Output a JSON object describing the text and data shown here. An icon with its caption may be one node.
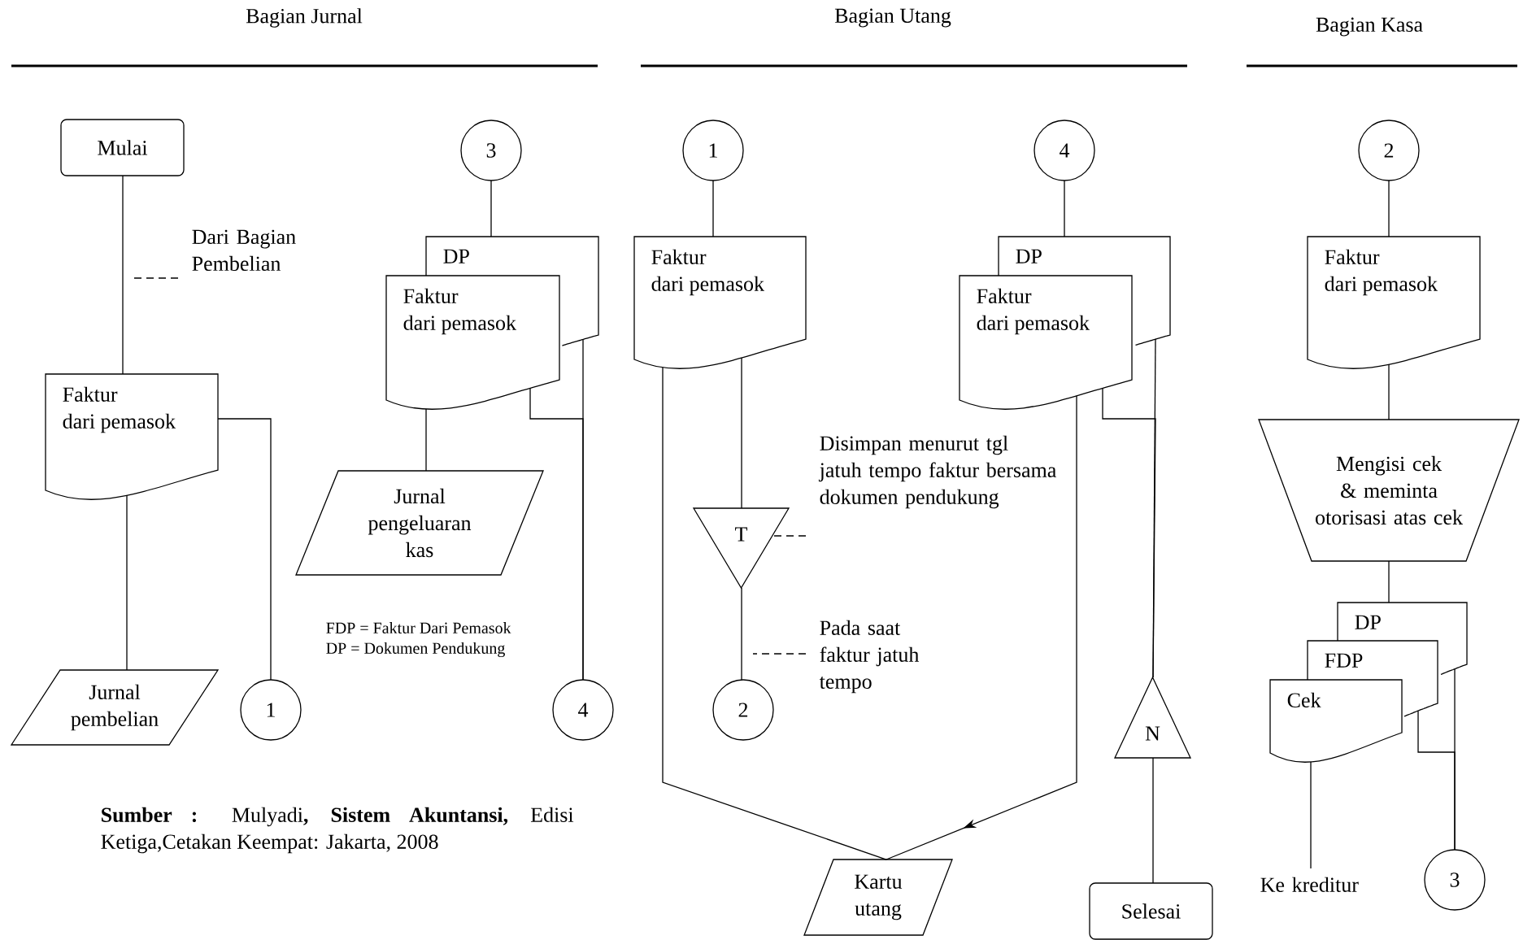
{
  "diagram": {
    "nodes": [
      {
        "text": [
          "Mulai"
        ]
      },
      {
        "text": [
          "Dari Bagian Pembelian"
        ]
      },
      {
        "text": [
          "Faktur dari pemasok"
        ]
      },
      {
        "text": [
          "Jurnal pembelian"
        ]
      },
      {
        "text": [
          "1"
        ]
      },
      {
        "text": [
          "3"
        ]
      },
      {
        "text": [
          "DP"
        ]
      },
      {
        "text": [
          "Faktur dari pemasok"
        ]
      },
      {
        "text": [
          "Jurnal pengeluaran kas"
        ]
      },
      {
        "text": [
          "4"
        ]
      },
      {
        "text": [
          "1"
        ]
      },
      {
        "text": [
          "Faktur dari pemasok"
        ]
      },
      {
        "text": [
          "T"
        ]
      },
      {
        "text": [
          "Disimpan menurut tgl jatuh tempo faktur bersama dokumen pendukung"
        ]
      },
      {
        "text": [
          "Pada saat faktur jatuh tempo"
        ]
      },
      {
        "text": [
          "2"
        ]
      },
      {
        "text": [
          "4"
        ]
      },
      {
        "text": [
          "DP"
        ]
      },
      {
        "text": [
          "Faktur dari pemasok"
        ]
      },
      {
        "text": [
          "Kartu utang"
        ]
      },
      {
        "text": [
          "N"
        ]
      },
      {
        "text": [
          "Selesai"
        ]
      },
      {
        "text": [
          "2"
        ]
      },
      {
        "text": [
          "Faktur dari pemasok"
        ]
      },
      {
        "text": [
          "Mengisi cek & meminta otorisasi atas cek"
        ]
      },
      {
        "text": [
          "DP"
        ]
      },
      {
        "text": [
          "FDP"
        ]
      },
      {
        "text": [
          "Cek"
        ]
      },
      {
        "text": [
          "Ke kreditur"
        ]
      },
      {
        "text": [
          "3"
        ]
      }
    ],
    "edges": [
      {
        "from": 0,
        "to": 2,
        "arrow": "none"
      },
      {
        "from": 1,
        "to": null,
        "arrow": "none",
        "style": "dashed"
      },
      {
        "from": 2,
        "to": 3,
        "arrow": "none"
      },
      {
        "from": 2,
        "to": 4,
        "arrow": "none"
      },
      {
        "from": 5,
        "to": 6,
        "arrow": "none"
      },
      {
        "from": 7,
        "to": 8,
        "arrow": "none"
      },
      {
        "from": 6,
        "to": 9,
        "arrow": "none"
      },
      {
        "from": 7,
        "to": 9,
        "arrow": "none"
      },
      {
        "from": 10,
        "to": 11,
        "arrow": "none"
      },
      {
        "from": 11,
        "to": 12,
        "arrow": "none"
      },
      {
        "from": 12,
        "to": 15,
        "arrow": "none"
      },
      {
        "from": 13,
        "to": 12,
        "arrow": "none",
        "style": "dashed"
      },
      {
        "from": 14,
        "to": null,
        "arrow": "none",
        "style": "dashed"
      },
      {
        "from": 11,
        "to": 19,
        "arrow": "none"
      },
      {
        "from": 18,
        "to": 19,
        "arrow": "to"
      },
      {
        "from": 16,
        "to": 17,
        "arrow": "none"
      },
      {
        "from": 17,
        "to": 20,
        "arrow": "none"
      },
      {
        "from": 18,
        "to": 20,
        "arrow": "none"
      },
      {
        "from": 20,
        "to": 21,
        "arrow": "none"
      },
      {
        "from": 22,
        "to": 23,
        "arrow": "none"
      },
      {
        "from": 23,
        "to": 24,
        "arrow": "none"
      },
      {
        "from": 24,
        "to": 25,
        "arrow": "none"
      },
      {
        "from": 27,
        "to": 28,
        "arrow": "none"
      },
      {
        "from": 25,
        "to": 29,
        "arrow": "none"
      },
      {
        "from": 26,
        "to": 29,
        "arrow": "none"
      }
    ],
    "labels": [
      "Bagian Jurnal",
      "Bagian Utang",
      "Bagian Kasa",
      "FDP = Faktur Dari Pemasok",
      "DP = Dokumen Pendukung",
      "**Sumber :** Mulyadi**, Sistem Akuntansi,** Edisi Ketiga,Cetakan Keempat: Jakarta, 2008"
    ]
  }
}
